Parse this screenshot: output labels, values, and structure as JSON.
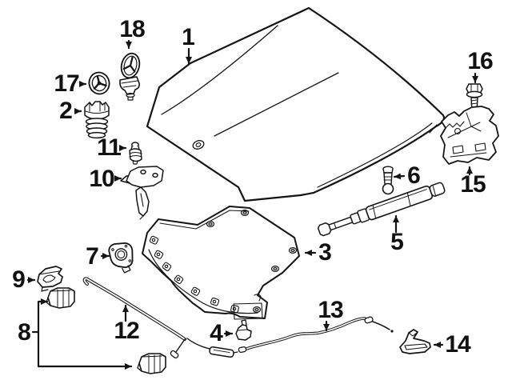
{
  "diagram": {
    "kind": "exploded-parts-line-drawing",
    "colors": {
      "background": "#ffffff",
      "line": "#141414"
    },
    "callouts": [
      {
        "number": "1",
        "part": "hood-panel"
      },
      {
        "number": "2",
        "part": "buffer-stop"
      },
      {
        "number": "3",
        "part": "insulation-pad"
      },
      {
        "number": "4",
        "part": "cable-clip"
      },
      {
        "number": "5",
        "part": "gas-strut"
      },
      {
        "number": "6",
        "part": "ball-stud"
      },
      {
        "number": "7",
        "part": "striker-plate"
      },
      {
        "number": "8",
        "part": "cable-clip-pair"
      },
      {
        "number": "9",
        "part": "retainer-clip"
      },
      {
        "number": "10",
        "part": "hinge-left"
      },
      {
        "number": "11",
        "part": "stud"
      },
      {
        "number": "12",
        "part": "release-cable-front"
      },
      {
        "number": "13",
        "part": "release-cable-rear"
      },
      {
        "number": "14",
        "part": "release-handle"
      },
      {
        "number": "15",
        "part": "hinge-right"
      },
      {
        "number": "16",
        "part": "bolt"
      },
      {
        "number": "17",
        "part": "star-emblem"
      },
      {
        "number": "18",
        "part": "emblem-badge"
      }
    ]
  }
}
